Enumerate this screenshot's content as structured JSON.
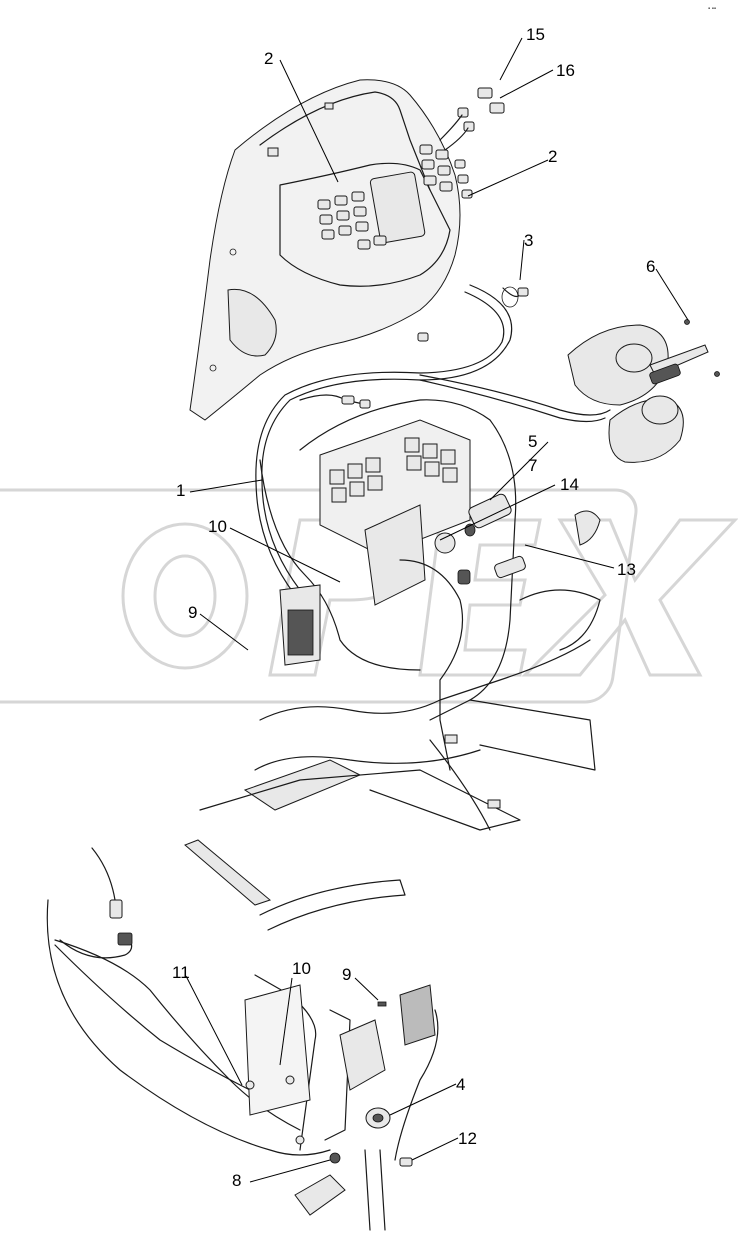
{
  "callouts": [
    {
      "id": "c1",
      "label": "1"
    },
    {
      "id": "c2a",
      "label": "2"
    },
    {
      "id": "c2b",
      "label": "2"
    },
    {
      "id": "c3",
      "label": "3"
    },
    {
      "id": "c4",
      "label": "4"
    },
    {
      "id": "c5",
      "label": "5"
    },
    {
      "id": "c6",
      "label": "6"
    },
    {
      "id": "c7",
      "label": "7"
    },
    {
      "id": "c8",
      "label": "8"
    },
    {
      "id": "c9a",
      "label": "9"
    },
    {
      "id": "c9b",
      "label": "9"
    },
    {
      "id": "c10a",
      "label": "10"
    },
    {
      "id": "c10b",
      "label": "10"
    },
    {
      "id": "c11",
      "label": "11"
    },
    {
      "id": "c12",
      "label": "12"
    },
    {
      "id": "c13",
      "label": "13"
    },
    {
      "id": "c14",
      "label": "14"
    },
    {
      "id": "c15",
      "label": "15"
    },
    {
      "id": "c16",
      "label": "16"
    }
  ],
  "watermark": {
    "text": "OPEX"
  },
  "corner_mark": "▪ ▪▪"
}
